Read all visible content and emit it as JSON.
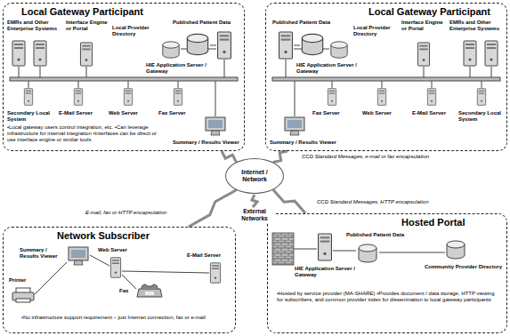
{
  "diagram": {
    "nodes": [
      {
        "text": [
          "Local Gateway Participant",
          "•Local gateway users control integration, etc. •Can leverage infrastructure for internal integration •Interfaces can be direct or use interface engine or similar tools"
        ]
      },
      {
        "text": [
          "EMRs and Other Enterprise Systems"
        ],
        "in": 0
      },
      {
        "text": [
          "Interface Engine or Portal"
        ],
        "in": 0
      },
      {
        "text": [
          "Published Patient Data"
        ],
        "in": 0
      },
      {
        "text": [
          "Local Provider Directory"
        ],
        "in": 0
      },
      {
        "text": [
          "HIE Application Server / Gateway"
        ],
        "in": 0
      },
      {
        "text": [
          "Secondary Local System"
        ],
        "in": 0
      },
      {
        "text": [
          "E-Mail Server"
        ],
        "in": 0
      },
      {
        "text": [
          "Web Server"
        ],
        "in": 0
      },
      {
        "text": [
          "Fax Server"
        ],
        "in": 0
      },
      {
        "text": [
          "Summary / Results Viewer"
        ],
        "in": 0
      },
      {
        "text": [
          "Local Gateway Participant"
        ]
      },
      {
        "text": [
          "Published Patient Data"
        ],
        "in": 11
      },
      {
        "text": [
          "Local Provider Directory"
        ],
        "in": 11
      },
      {
        "text": [
          "HIE Application Server / Gateway"
        ],
        "in": 11
      },
      {
        "text": [
          "Interface Engine or Portal"
        ],
        "in": 11
      },
      {
        "text": [
          "EMRs and Other Enterprise Systems"
        ],
        "in": 11
      },
      {
        "text": [
          "Fax Server"
        ],
        "in": 11
      },
      {
        "text": [
          "Web Server"
        ],
        "in": 11
      },
      {
        "text": [
          "E-Mail Server"
        ],
        "in": 11
      },
      {
        "text": [
          "Secondary Local System"
        ],
        "in": 11
      },
      {
        "text": [
          "Summary / Results Viewer"
        ],
        "in": 11
      },
      {
        "text": [
          "Internet / Network"
        ]
      },
      {
        "text": [
          "Network Subscriber",
          "•No infrastructure support requirement – just Internet connection, fax or e-mail"
        ]
      },
      {
        "text": [
          "Summary / Results Viewer"
        ],
        "in": 23
      },
      {
        "text": [
          "Web Server"
        ],
        "in": 23
      },
      {
        "text": [
          "Fax"
        ],
        "in": 23
      },
      {
        "text": [
          "E-Mail Server"
        ],
        "in": 23
      },
      {
        "text": [
          "Printer"
        ],
        "in": 23
      },
      {
        "text": [
          "Hosted Portal",
          "•Hosted by service provider (MA-SHARE) •Provides document / data storage, HTTP viewing for subscribers, and common provider index for dissemination to local gateway participants"
        ]
      },
      {
        "text": [
          "Published Patient Data"
        ],
        "in": 29
      },
      {
        "text": [
          "HIE Application Server / Gateway"
        ],
        "in": 29
      },
      {
        "text": [
          "Community Provider Directory"
        ],
        "in": 29
      }
    ],
    "edges": [
      {
        "from": 0,
        "to": 22,
        "arrow": "none"
      },
      {
        "from": 11,
        "to": 22,
        "label": "CCD Standard Messages, e-mail or fax encapsulation",
        "arrow": "none"
      },
      {
        "from": 23,
        "to": 22,
        "label": "E-mail, fax or HTTP encapsulation",
        "arrow": "none"
      },
      {
        "from": 29,
        "to": 22,
        "label": "CCD Standard Messages, HTTP encapsulation",
        "arrow": "none"
      }
    ],
    "labels": [
      "External Networks"
    ]
  }
}
